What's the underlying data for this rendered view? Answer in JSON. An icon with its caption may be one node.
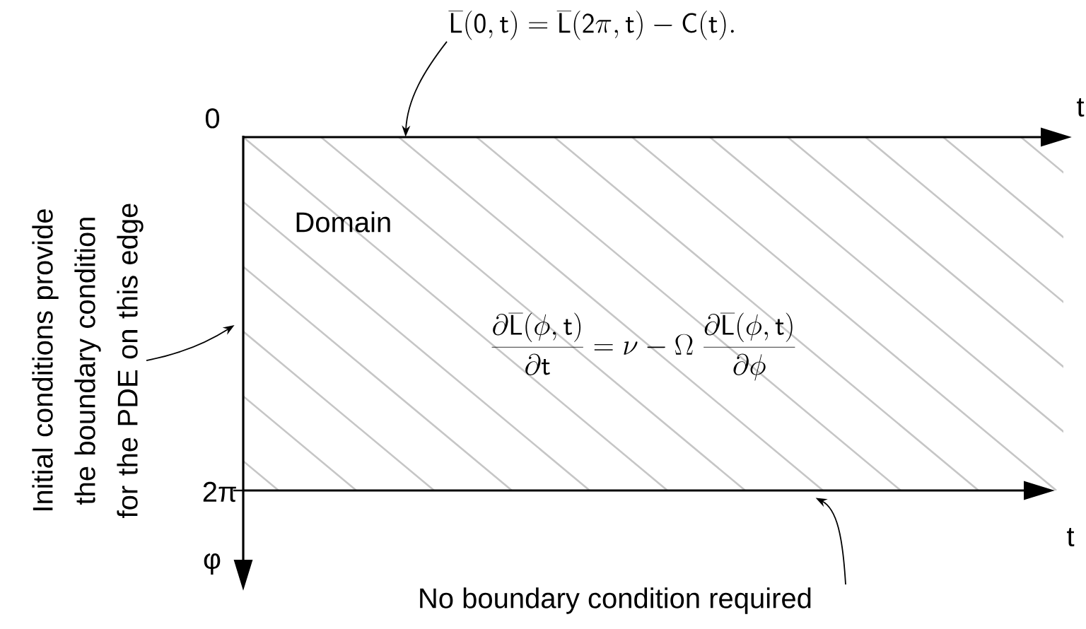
{
  "diagram": {
    "nodes": [
      {
        "text": [
          "\\overline{\\mathsf{L}}(\\mathsf{0,t}) = \\overline{\\mathsf{L}}(\\mathsf{2}\\pi\\mathsf{,t}) - \\mathsf{C(t).}"
        ]
      },
      {
        "text": [
          "Domain",
          "\\frac{\\partial\\overline{\\mathsf{L}}(\\phi\\mathsf{,t})}{\\partial\\mathsf{t}} = \\nu - \\Omega\\;\\frac{\\partial\\overline{\\mathsf{L}}(\\phi\\mathsf{,t})}{\\partial\\phi}"
        ]
      },
      {
        "text": [
          "Initial conditions provide the boundary condition for the PDE on this edge"
        ]
      },
      {
        "text": [
          "No boundary condition required"
        ]
      }
    ],
    "edges": [
      {
        "from": 0,
        "to": 1,
        "arrow": "to"
      },
      {
        "from": 2,
        "to": 1,
        "arrow": "to"
      },
      {
        "from": 3,
        "to": 1,
        "arrow": "to"
      }
    ],
    "labels": [
      "0",
      "2π",
      "t",
      "t",
      "φ"
    ]
  }
}
